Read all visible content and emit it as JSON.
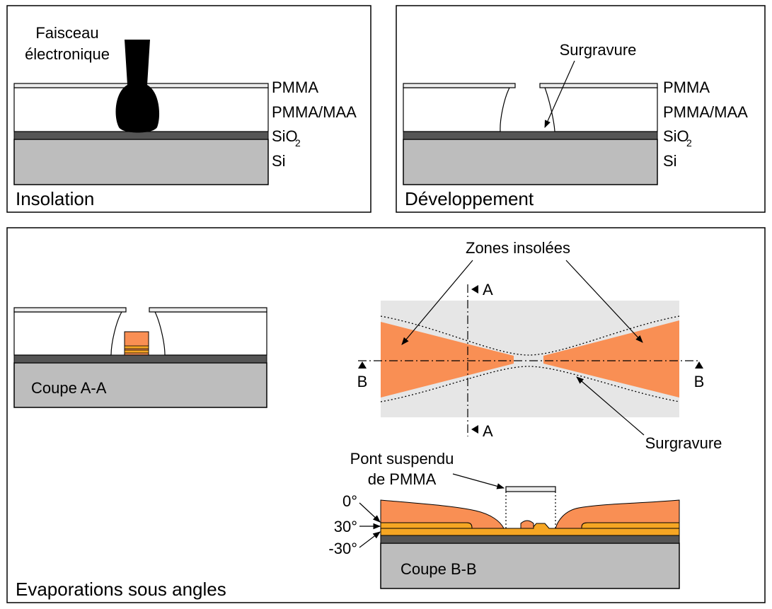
{
  "panels": {
    "insolation": {
      "caption": "Insolation",
      "beam_label_line1": "Faisceau",
      "beam_label_line2": "électronique",
      "layers": [
        "PMMA",
        "PMMA/MAA",
        "SiO",
        "Si"
      ],
      "sio2_subscript": "2"
    },
    "developpement": {
      "caption": "Développement",
      "undercut_label": "Surgravure",
      "layers": [
        "PMMA",
        "PMMA/MAA",
        "SiO",
        "Si"
      ],
      "sio2_subscript": "2"
    },
    "evaporation": {
      "caption": "Evaporations sous angles",
      "section_aa": "Coupe A-A",
      "section_bb": "Coupe B-B",
      "exposed_zones": "Zones insolées",
      "undercut_label": "Surgravure",
      "marker_a": "A",
      "marker_b": "B",
      "bridge_line1": "Pont suspendu",
      "bridge_line2": "de PMMA",
      "angles": [
        "0°",
        "30°",
        "-30°"
      ]
    }
  },
  "colors": {
    "resist_pmma": "#ececec",
    "oxide": "#555555",
    "silicon": "#bdbdbd",
    "metal_orange": "#f98f54",
    "metal_gold": "#f6a623",
    "exposed_bg": "#e6e6e6"
  }
}
